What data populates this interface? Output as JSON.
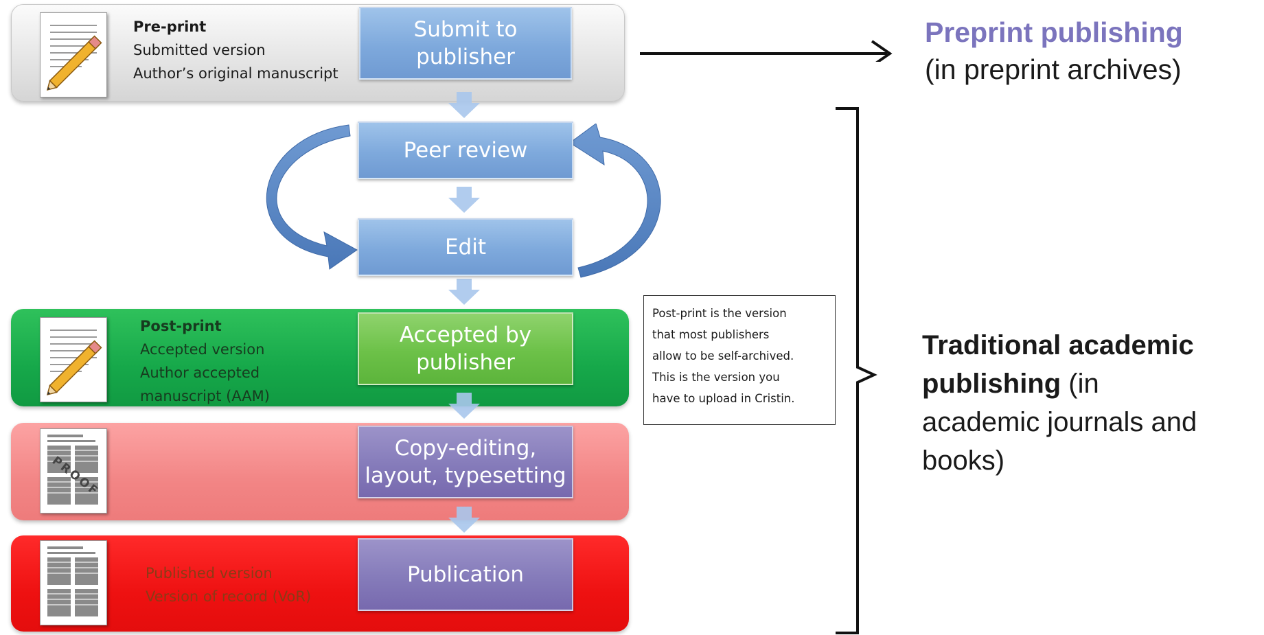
{
  "bands": {
    "preprint": {
      "title": "Pre-print",
      "lines": [
        "Submitted version",
        "Author’s original manuscript"
      ]
    },
    "postprint": {
      "title": "Post-print",
      "lines": [
        "Accepted version",
        "Author accepted",
        "manuscript (AAM)"
      ]
    },
    "published": {
      "lines": [
        "Published version",
        "Version of record (VoR)"
      ]
    },
    "proof_stamp": "PROOF"
  },
  "steps": {
    "submit": [
      "Submit to",
      "publisher"
    ],
    "peer_review": "Peer review",
    "edit": "Edit",
    "accepted": [
      "Accepted by",
      "publisher"
    ],
    "copy_editing": [
      "Copy-editing,",
      "layout, typesetting"
    ],
    "publication": "Publication"
  },
  "note": {
    "lines": [
      "Post-print is the version",
      "that most publishers",
      "allow to be self-archived.",
      "This is the version you",
      "have to upload in Cristin."
    ]
  },
  "right_labels": {
    "preprint_publishing": {
      "highlight": "Preprint publishing",
      "rest": "(in preprint archives)"
    },
    "traditional": {
      "bold_1": "Traditional academic",
      "bold_2": "publishing",
      "rest_1": " (in",
      "rest_2": "academic journals and",
      "rest_3": "books)"
    }
  },
  "colors": {
    "highlight": "#7b74bd",
    "step_blue": "#7ea9dc",
    "step_green": "#6cc148",
    "step_purple": "#857bba",
    "band_green": "#16a84a",
    "band_pink": "#f28585",
    "band_red": "#ee1111"
  }
}
